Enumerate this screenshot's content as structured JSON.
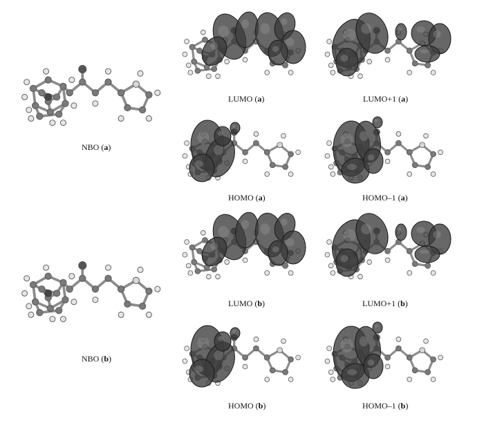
{
  "figure": {
    "panels": [
      {
        "id": "nbo_a",
        "name": "NBO",
        "variant": "a",
        "kind": "nbo"
      },
      {
        "id": "lumo_a",
        "name": "LUMO",
        "variant": "a",
        "kind": "lumo"
      },
      {
        "id": "lumo1_a",
        "name": "LUMO+1",
        "variant": "a",
        "kind": "lumo1"
      },
      {
        "id": "homo_a",
        "name": "HOMO",
        "variant": "a",
        "kind": "homo"
      },
      {
        "id": "homo1_a",
        "name": "HOMO–1",
        "variant": "a",
        "kind": "homo1"
      },
      {
        "id": "nbo_b",
        "name": "NBO",
        "variant": "b",
        "kind": "nbo"
      },
      {
        "id": "lumo_b",
        "name": "LUMO",
        "variant": "b",
        "kind": "lumo"
      },
      {
        "id": "lumo1_b",
        "name": "LUMO+1",
        "variant": "b",
        "kind": "lumo1"
      },
      {
        "id": "homo_b",
        "name": "HOMO",
        "variant": "b",
        "kind": "homo"
      },
      {
        "id": "homo1_b",
        "name": "HOMO–1",
        "variant": "b",
        "kind": "homo1"
      }
    ]
  },
  "colors": {
    "orbital": "#3c3c3c",
    "orbital_edge": "#1a1a1a",
    "bond": "#8c8c8c",
    "atom": "#7a7a7a",
    "hydrogen": "#e6e6e6",
    "heavy_atom": "#555555"
  }
}
